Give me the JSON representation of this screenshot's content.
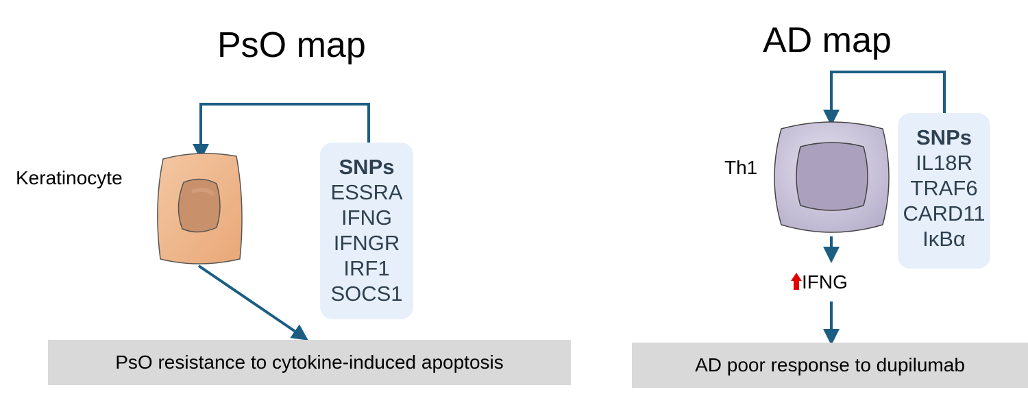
{
  "left_panel": {
    "title": "PsO map",
    "cell_label": "Keratinocyte",
    "snps": {
      "header": "SNPs",
      "items": [
        "ESSRA",
        "IFNG",
        "IFNGR",
        "IRF1",
        "SOCS1"
      ]
    },
    "outcome": "PsO resistance to cytokine-induced apoptosis"
  },
  "right_panel": {
    "title": "AD map",
    "cell_label": "Th1",
    "snps": {
      "header": "SNPs",
      "items": [
        "IL18R",
        "TRAF6",
        "CARD11",
        "IκBα"
      ]
    },
    "effect_label": "IFNG",
    "outcome": "AD poor response to dupilumab"
  },
  "colors": {
    "arrow": "#1b5e82",
    "snp_box": "#e7f0fa",
    "outcome_box": "#d9d9d9",
    "keratinocyte": "#f0b88c",
    "th1_cell": "#c9c3da",
    "up_arrow": "#e00000"
  }
}
